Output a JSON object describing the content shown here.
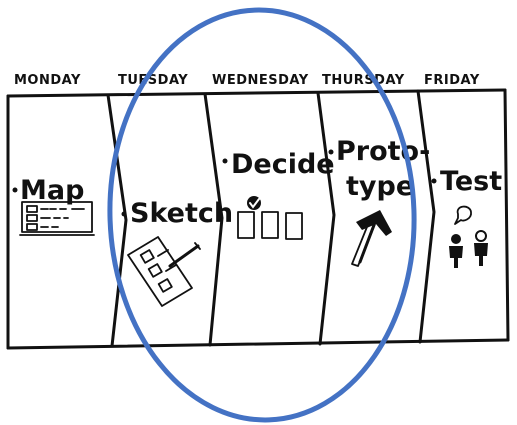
{
  "days": [
    {
      "day": "MONDAY",
      "step": "Map",
      "icon": "map-board-icon"
    },
    {
      "day": "TUESDAY",
      "step": "Sketch",
      "icon": "sketch-paper-pencil-icon"
    },
    {
      "day": "WEDNESDAY",
      "step": "Decide",
      "icon": "decide-checkmark-cards-icon"
    },
    {
      "day": "THURSDAY",
      "step_line1": "Proto-",
      "step_line2": "type",
      "icon": "hammer-icon"
    },
    {
      "day": "FRIDAY",
      "step": "Test",
      "icon": "test-people-speech-icon"
    }
  ],
  "highlight": {
    "color": "#4472C4",
    "covers": [
      "TUESDAY",
      "WEDNESDAY",
      "THURSDAY"
    ]
  },
  "colors": {
    "ink": "#111111",
    "background": "#ffffff"
  }
}
